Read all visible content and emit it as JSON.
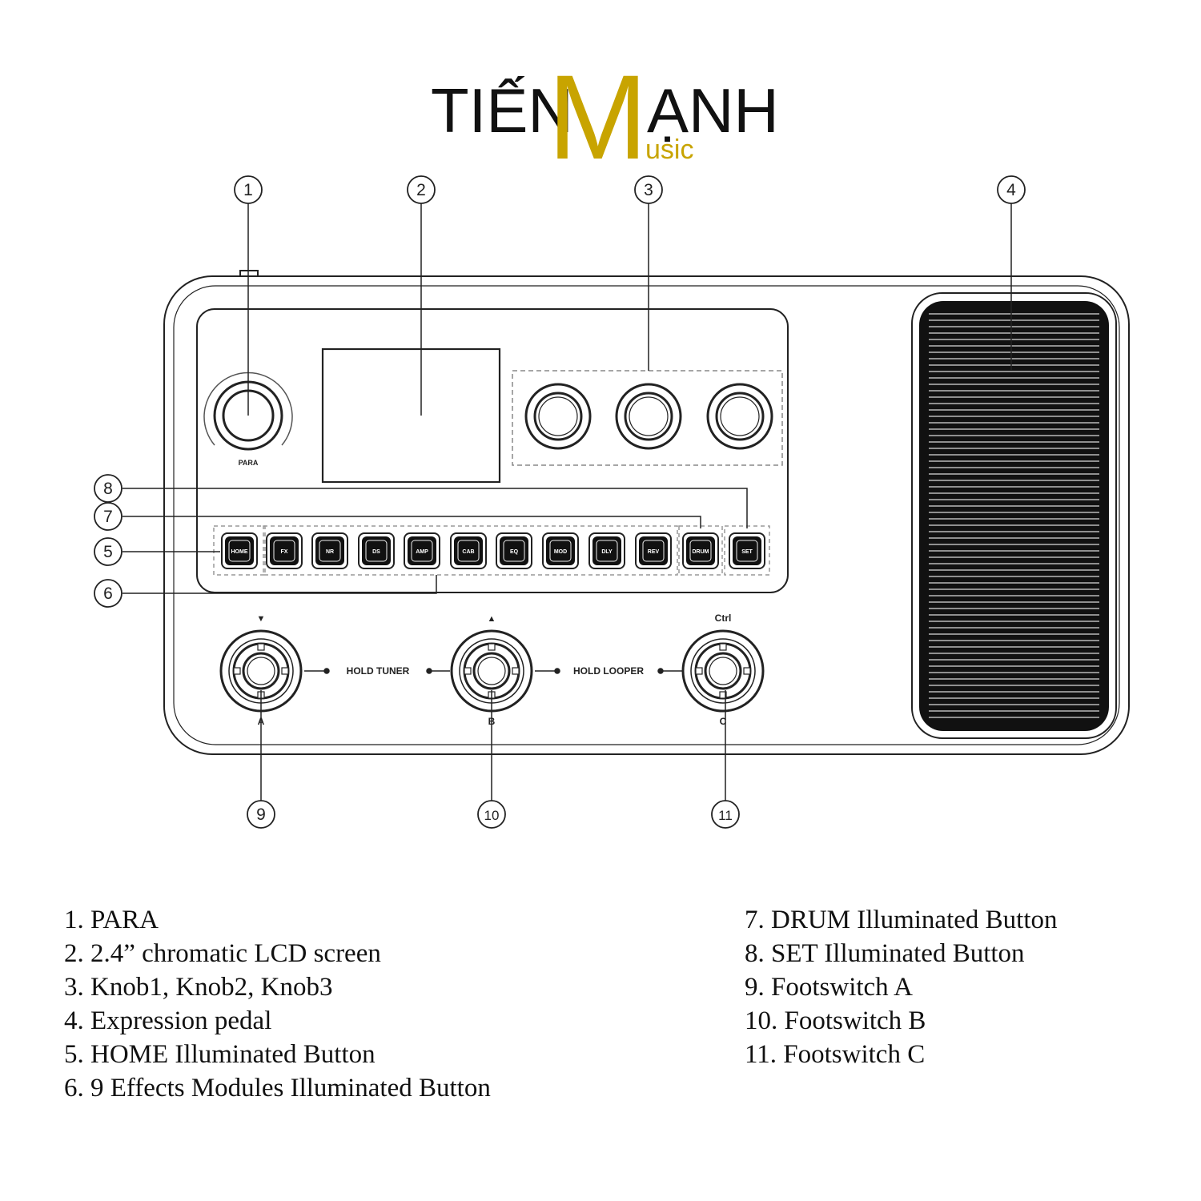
{
  "logo": {
    "part1": "TIẾN",
    "big_letter": "M",
    "part2": "ẠNH",
    "sub": "usic",
    "gold": "#c8a400"
  },
  "device": {
    "para_label": "PARA",
    "buttons": [
      "HOME",
      "FX",
      "NR",
      "DS",
      "AMP",
      "CAB",
      "EQ",
      "MOD",
      "DLY",
      "REV",
      "DRUM",
      "SET"
    ],
    "footswitch_labels": [
      "A",
      "B",
      "C"
    ],
    "footswitch_top_labels": [
      "▼",
      "▲",
      "Ctrl"
    ],
    "hold_tuner": "HOLD TUNER",
    "hold_looper": "HOLD LOOPER"
  },
  "callouts": [
    "1",
    "2",
    "3",
    "4",
    "5",
    "6",
    "7",
    "8",
    "9",
    "10",
    "11"
  ],
  "legend_left": [
    "1. PARA",
    "2. 2.4” chromatic LCD screen",
    "3. Knob1, Knob2, Knob3",
    "4. Expression pedal",
    "5. HOME Illuminated Button",
    "6. 9 Effects Modules Illuminated Button"
  ],
  "legend_right": [
    "7. DRUM Illuminated Button",
    "8. SET Illuminated Button",
    "9. Footswitch A",
    "10. Footswitch B",
    "11. Footswitch C"
  ]
}
